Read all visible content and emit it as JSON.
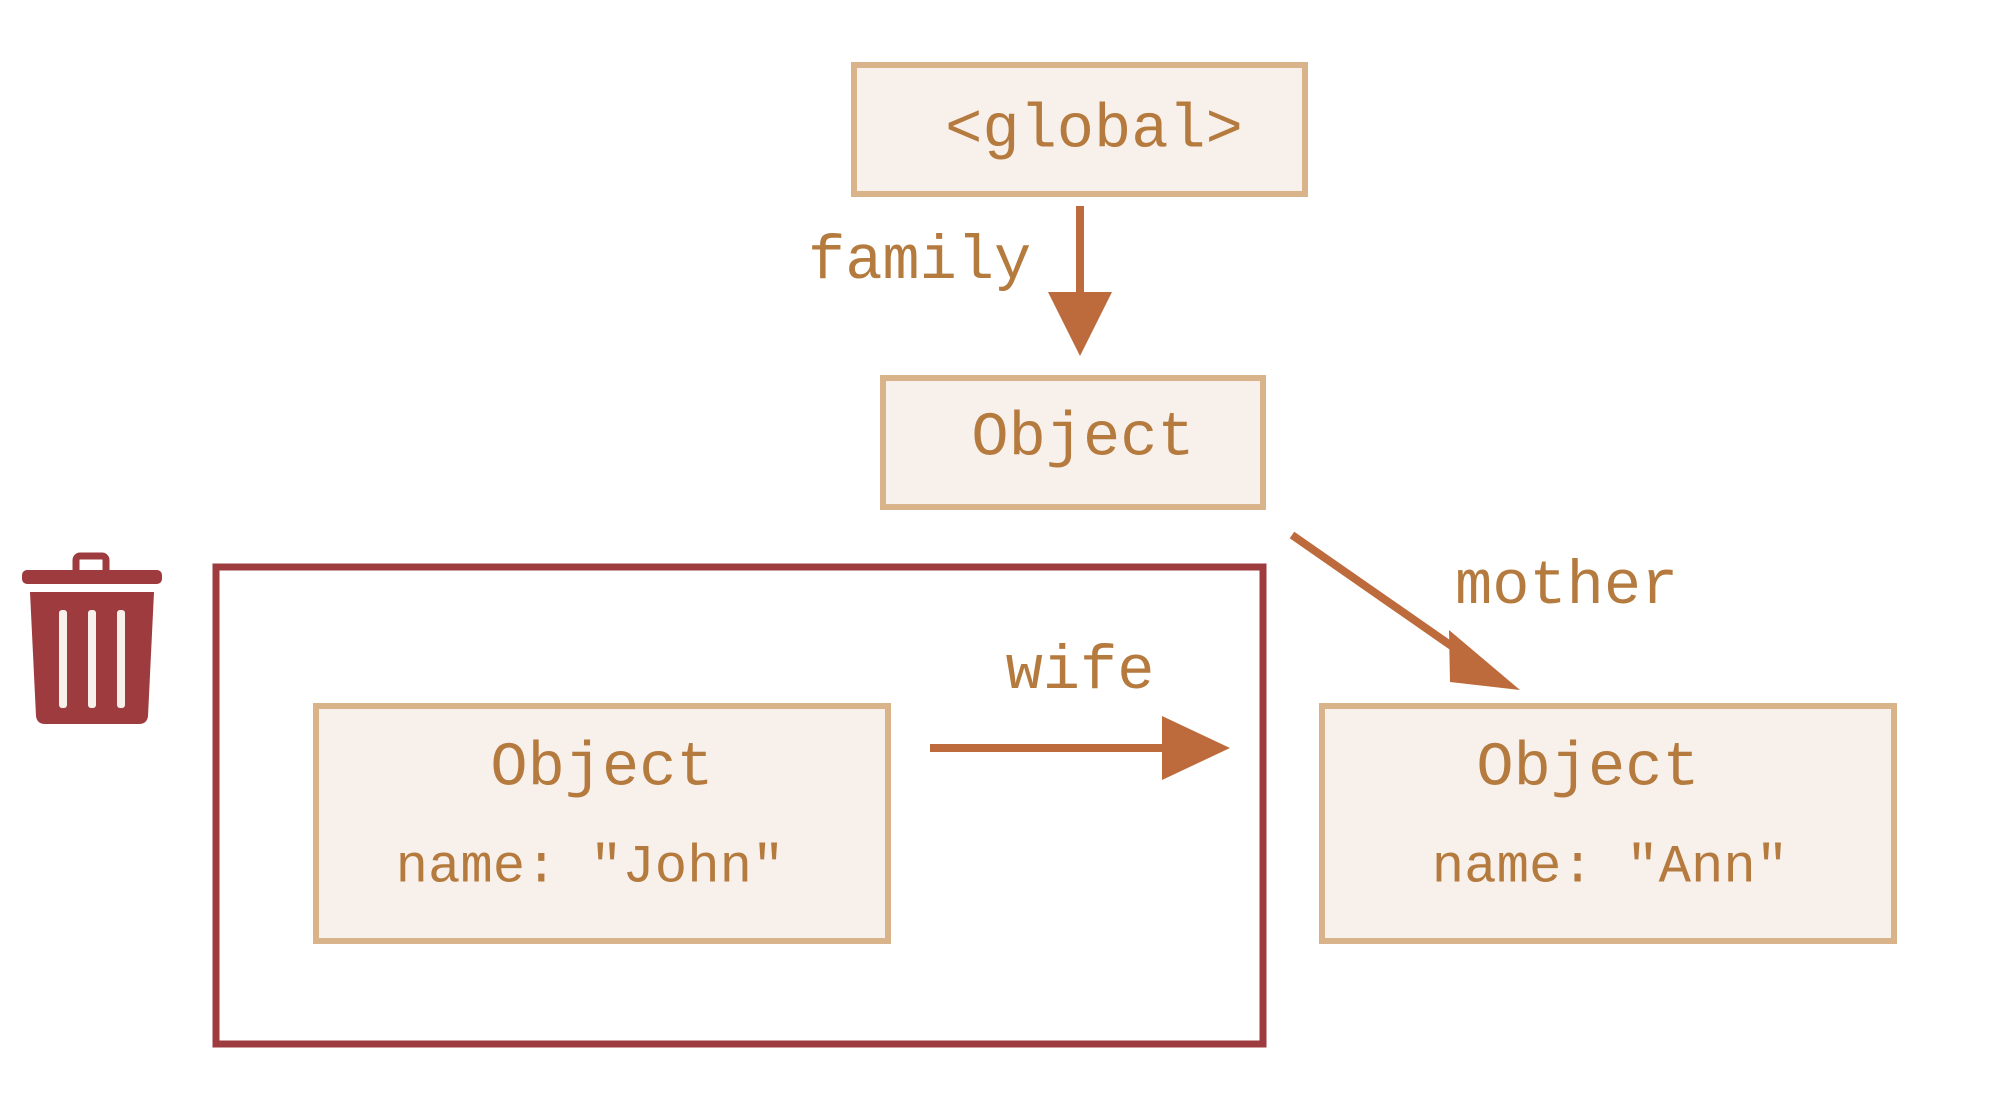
{
  "colors": {
    "box_fill": "#f8f0eb",
    "box_stroke": "#d9b48a",
    "text": "#b57a3e",
    "arrow": "#bd6a3c",
    "unreachable": "#9d3b3f"
  },
  "nodes": {
    "global": {
      "label": "<global>"
    },
    "family_object": {
      "label": "Object"
    },
    "john": {
      "label": "Object",
      "prop": "name: \"John\""
    },
    "ann": {
      "label": "Object",
      "prop": "name: \"Ann\""
    }
  },
  "edges": {
    "family": {
      "label": "family"
    },
    "mother": {
      "label": "mother"
    },
    "wife": {
      "label": "wife"
    }
  },
  "icons": {
    "trash": "trash-icon"
  }
}
